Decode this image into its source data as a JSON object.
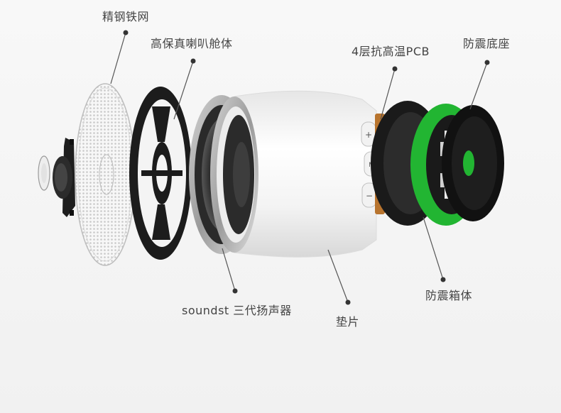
{
  "callouts": {
    "mesh": "精钢铁网",
    "horn_chamber": "高保真喇叭舱体",
    "pcb": "4层抗高温PCB",
    "base": "防震底座",
    "speaker": "soundst 三代扬声器",
    "pad": "垫片",
    "box": "防震箱体"
  },
  "buttons": {
    "plus": "+",
    "mode": "M",
    "minus": "−"
  },
  "colors": {
    "pcb_green": "#22b532",
    "frame_black": "#1a1a1a",
    "body_white": "#f7f7f7",
    "copper": "#b8742e",
    "leader_line": "#555555"
  }
}
